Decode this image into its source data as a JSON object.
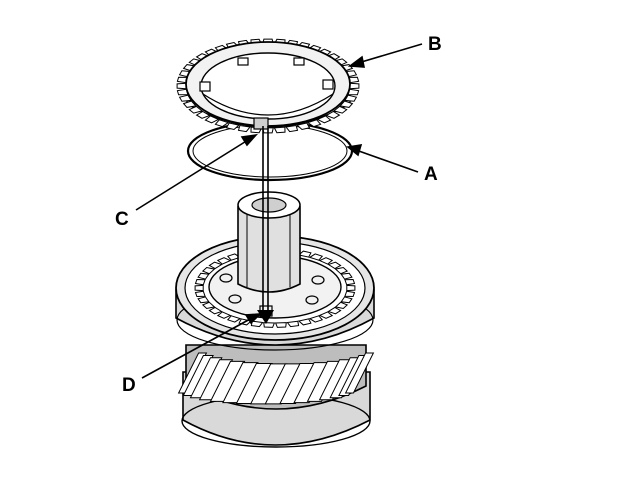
{
  "figure": {
    "callouts": {
      "A": "A",
      "B": "B",
      "C": "C",
      "D": "D"
    },
    "colors": {
      "line": "#000000",
      "paper": "#ffffff",
      "shade": "#d9d9d9",
      "shade_dark": "#bdbdbd"
    }
  }
}
